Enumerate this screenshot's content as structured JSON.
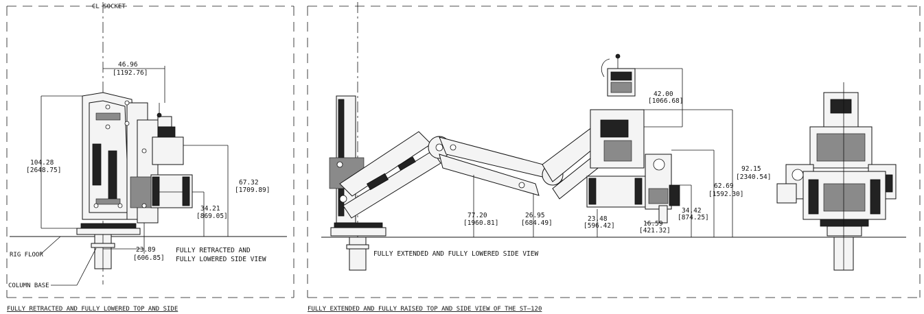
{
  "top_label": "CL SOCKET",
  "left_view": {
    "caption": "FULLY RETRACTED AND FULLY LOWERED TOP AND SIDE",
    "note_line1": "FULLY RETRACTED AND",
    "note_line2": "FULLY LOWERED SIDE VIEW",
    "rig_floor": "RIG FLOOR",
    "column_base": "COLUMN BASE",
    "dims": {
      "d1_in": "46.96",
      "d1_mm": "[1192.76]",
      "d2_in": "104.28",
      "d2_mm": "[2648.75]",
      "d3_in": "67.32",
      "d3_mm": "[1709.89]",
      "d4_in": "34.21",
      "d4_mm": "[869.05]",
      "d5_in": "23.89",
      "d5_mm": "[606.85]"
    }
  },
  "right_view": {
    "caption": "FULLY EXTENDED AND FULLY RAISED TOP AND SIDE VIEW OF THE ST–120",
    "note": "FULLY EXTENDED AND FULLY LOWERED SIDE VIEW",
    "dims": {
      "e1_in": "42.00",
      "e1_mm": "[1066.68]",
      "e2_in": "92.15",
      "e2_mm": "[2340.54]",
      "e3_in": "62.69",
      "e3_mm": "[1592.30]",
      "e4_in": "77.20",
      "e4_mm": "[1960.81]",
      "e5_in": "26.95",
      "e5_mm": "[684.49]",
      "e6_in": "23.48",
      "e6_mm": "[596.42]",
      "e7_in": "34.42",
      "e7_mm": "[874.25]",
      "e8_in": "16.59",
      "e8_mm": "[421.32]"
    }
  }
}
